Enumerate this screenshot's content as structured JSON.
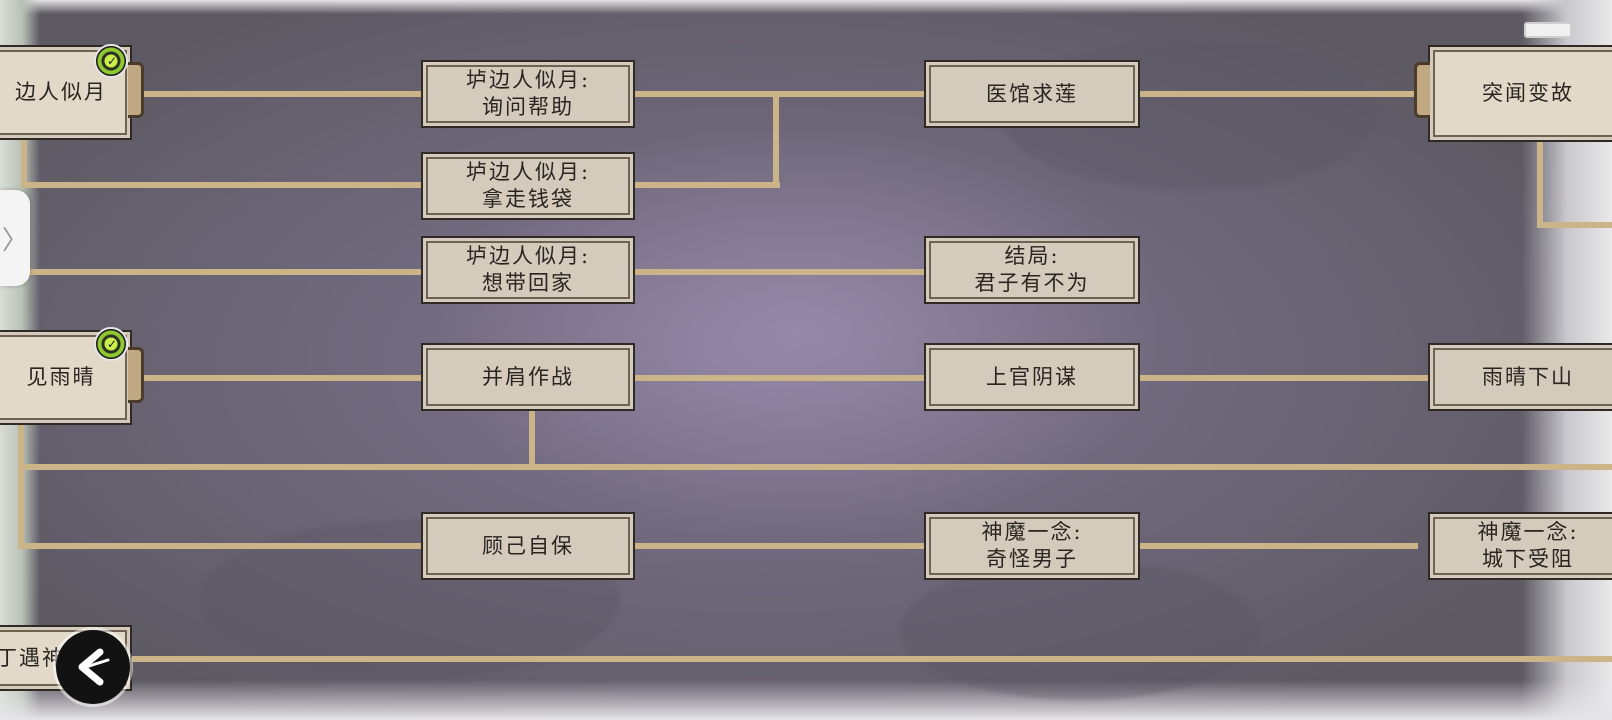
{
  "colors": {
    "line": "#cbb488",
    "node_fill": "#d4cbbd",
    "node_border": "#2f2a25",
    "badge": "#8fc832",
    "background": "#6d6678"
  },
  "side_tab": {
    "icon": "chevron-right-icon",
    "glyph": "〉"
  },
  "back_button": {
    "icon": "back-arrow-icon"
  },
  "nodes": {
    "left_1": "边人似月",
    "left_2": "见雨晴",
    "left_3": "丁遇神",
    "mid_1": "垆边人似月:\n询问帮助",
    "mid_2": "垆边人似月:\n拿走钱袋",
    "mid_3": "垆边人似月:\n想带回家",
    "mid_4": "并肩作战",
    "mid_5": "顾己自保",
    "c_1": "医馆求莲",
    "c_2": "结局:\n君子有不为",
    "c_3": "上官阴谋",
    "c_4": "神魔一念:\n奇怪男子",
    "r_1": "突闻变故",
    "r_2": "雨晴下山",
    "r_3": "神魔一念:\n城下受阻"
  }
}
